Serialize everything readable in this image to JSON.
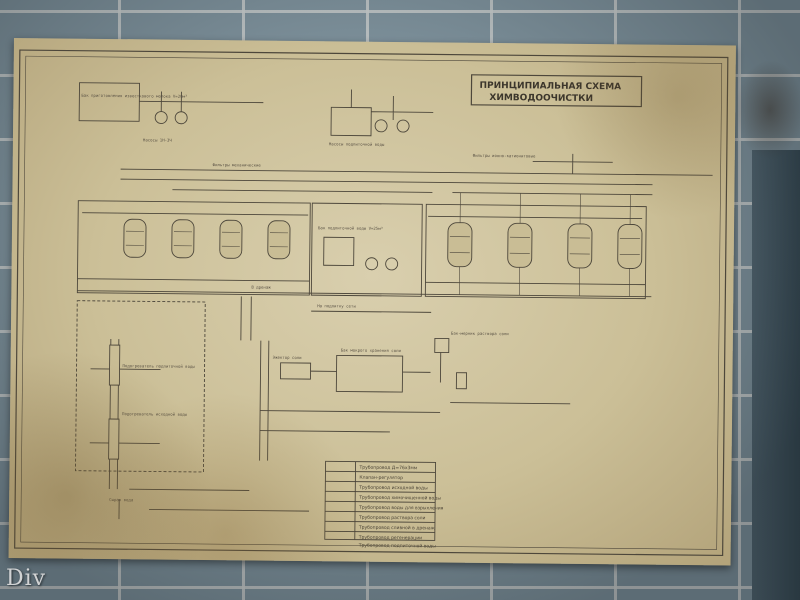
{
  "photo": {
    "subject": "wall-poster",
    "poster": {
      "title_line1": "ПРИНЦИПИАЛЬНАЯ СХЕМА",
      "title_line2": "ХИМВОДООЧИСТКИ",
      "labels": {
        "lime_tank": "Бак приготовления известкового молока V=20м³",
        "pumps_left": "Насосы 1Н-3Ч",
        "filters_mech": "Фильтры механические",
        "filters_ion": "Фильтры ионно-катионитовые",
        "tank_mid": "Бак подпиточной воды V=25м³",
        "to_chimney": "На подпитку сети",
        "to_drain": "В дренаж",
        "pump_station": "Насосы подпиточной воды",
        "salt_tank": "Бак мокрого хранения соли",
        "ejector": "Эжектор соли",
        "salt_dissolver": "Бак-мерник раствора соли",
        "heater1": "Подогреватель подпиточной воды",
        "heater2": "Подогреватель исходной воды",
        "raw_water": "Сырая вода"
      },
      "legend": [
        "Трубопровод Д=76x3мм",
        "Клапан-регулятор",
        "Трубопровод исходной воды",
        "Трубопровод химочищенной воды",
        "Трубопровод воды для взрыхления",
        "Трубопровод раствора соли",
        "Трубопровод сливной в дренаж",
        "Трубопровод регенерации",
        "Трубопровод подпиточной воды"
      ]
    },
    "watermark": "Div"
  }
}
